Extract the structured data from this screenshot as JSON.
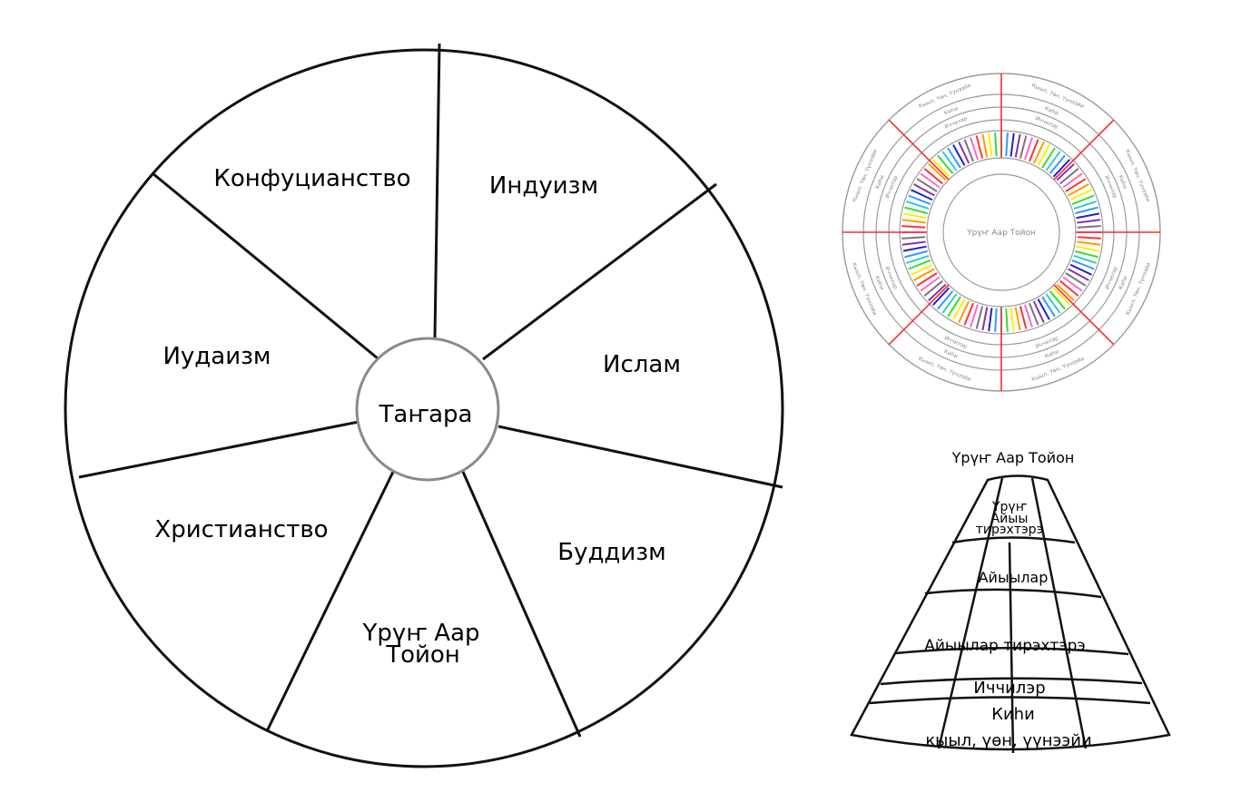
{
  "main_wheel": {
    "center_label": "Таҥара",
    "sectors": [
      {
        "label": "Конфуцианство"
      },
      {
        "label": "Индуизм"
      },
      {
        "label": "Ислам"
      },
      {
        "label": "Буддизм"
      },
      {
        "label": "Үрүҥ Аар Тойон",
        "lines": [
          "Үрүҥ Аар",
          "Тойон"
        ]
      },
      {
        "label": "Христианство"
      },
      {
        "label": "Иудаизм"
      }
    ]
  },
  "small_wheel": {
    "center_label": "Үрүҥ Аар Тойон",
    "ring_labels": [
      "Кыыл, Үөн, Үүнээйи",
      "Киһи",
      "Иччилэр"
    ],
    "accent_color": "#ff2a2a",
    "bar_colors": [
      "#ff66cc",
      "#ff3333",
      "#ff9900",
      "#ffee00",
      "#33dd33",
      "#33cccc",
      "#3399ff",
      "#2222cc",
      "#8833aa",
      "#777777"
    ]
  },
  "fan": {
    "top_label": "Үрүҥ Аар Тойон",
    "tiers": [
      {
        "label": "Үрүҥ Айыы тирэхтэрэ",
        "lines": [
          "Үрүҥ",
          "Айыы",
          "тирэхтэрэ"
        ]
      },
      {
        "label": "Айыылар"
      },
      {
        "label": "Айыылар тирэхтэрэ"
      },
      {
        "label": "Иччилэр"
      },
      {
        "label": "Киһи"
      },
      {
        "label": "кыыл, үөн, үүнээйи"
      }
    ]
  }
}
